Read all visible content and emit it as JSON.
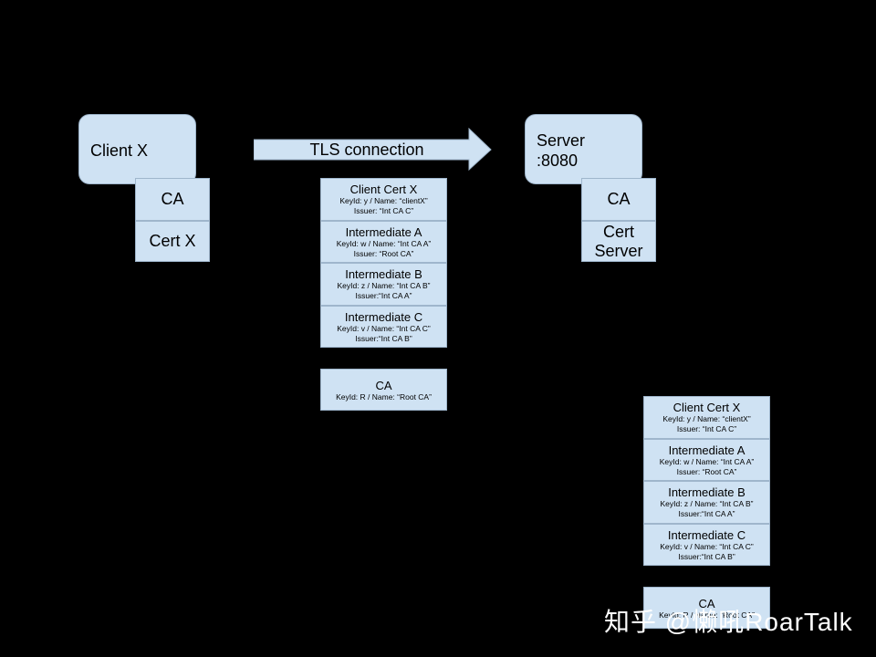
{
  "client": {
    "title": "Client X",
    "ca_label": "CA",
    "cert_label": "Cert X"
  },
  "connection": {
    "label": "TLS connection"
  },
  "server": {
    "title_line1": "Server",
    "title_line2": ":8080",
    "ca_label": "CA",
    "cert_label_line1": "Cert",
    "cert_label_line2": "Server"
  },
  "chain": [
    {
      "title": "Client Cert X",
      "line1": "KeyId: y / Name: “clientX”",
      "line2": "Issuer: “Int CA C”"
    },
    {
      "title": "Intermediate A",
      "line1": "KeyId: w / Name: “Int CA A”",
      "line2": "Issuer: “Root CA”"
    },
    {
      "title": "Intermediate B",
      "line1": "KeyId: z / Name: “Int CA B”",
      "line2": "Issuer:“Int CA A”"
    },
    {
      "title": "Intermediate C",
      "line1": "KeyId: v / Name: “Int CA C”",
      "line2": "Issuer:“Int CA B”"
    }
  ],
  "root_ca": {
    "title": "CA",
    "line1": "KeyId: R / Name: “Root CA”"
  },
  "watermark": "知乎 @懒吼RoarTalk",
  "colors": {
    "background": "#000000",
    "box_fill": "#cfe2f3",
    "box_border": "#9fb6cc"
  }
}
